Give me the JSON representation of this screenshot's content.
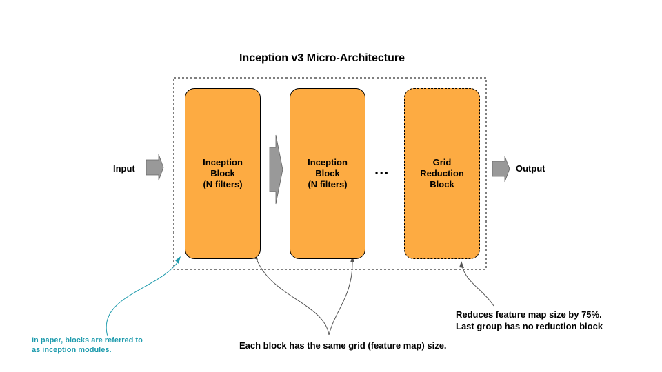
{
  "title": "Inception v3 Micro-Architecture",
  "input_label": "Input",
  "output_label": "Output",
  "ellipsis": "...",
  "blocks": [
    {
      "lines": [
        "Inception",
        "Block",
        "(N filters)"
      ]
    },
    {
      "lines": [
        "Inception",
        "Block",
        "(N filters)"
      ]
    },
    {
      "lines": [
        "Grid",
        "Reduction",
        "Block"
      ]
    }
  ],
  "annotations": {
    "paper_note": "In paper, blocks are referred to as inception modules.",
    "grid_note": "Each block has the same grid (feature map) size.",
    "reduction_note_line1": "Reduces feature map size by 75%.",
    "reduction_note_line2": "Last group has no reduction block"
  },
  "colors": {
    "block_fill": "#fdab42",
    "arrow_fill": "#999999",
    "annotation_teal": "#1e9bad",
    "connector_gray": "#555555"
  }
}
